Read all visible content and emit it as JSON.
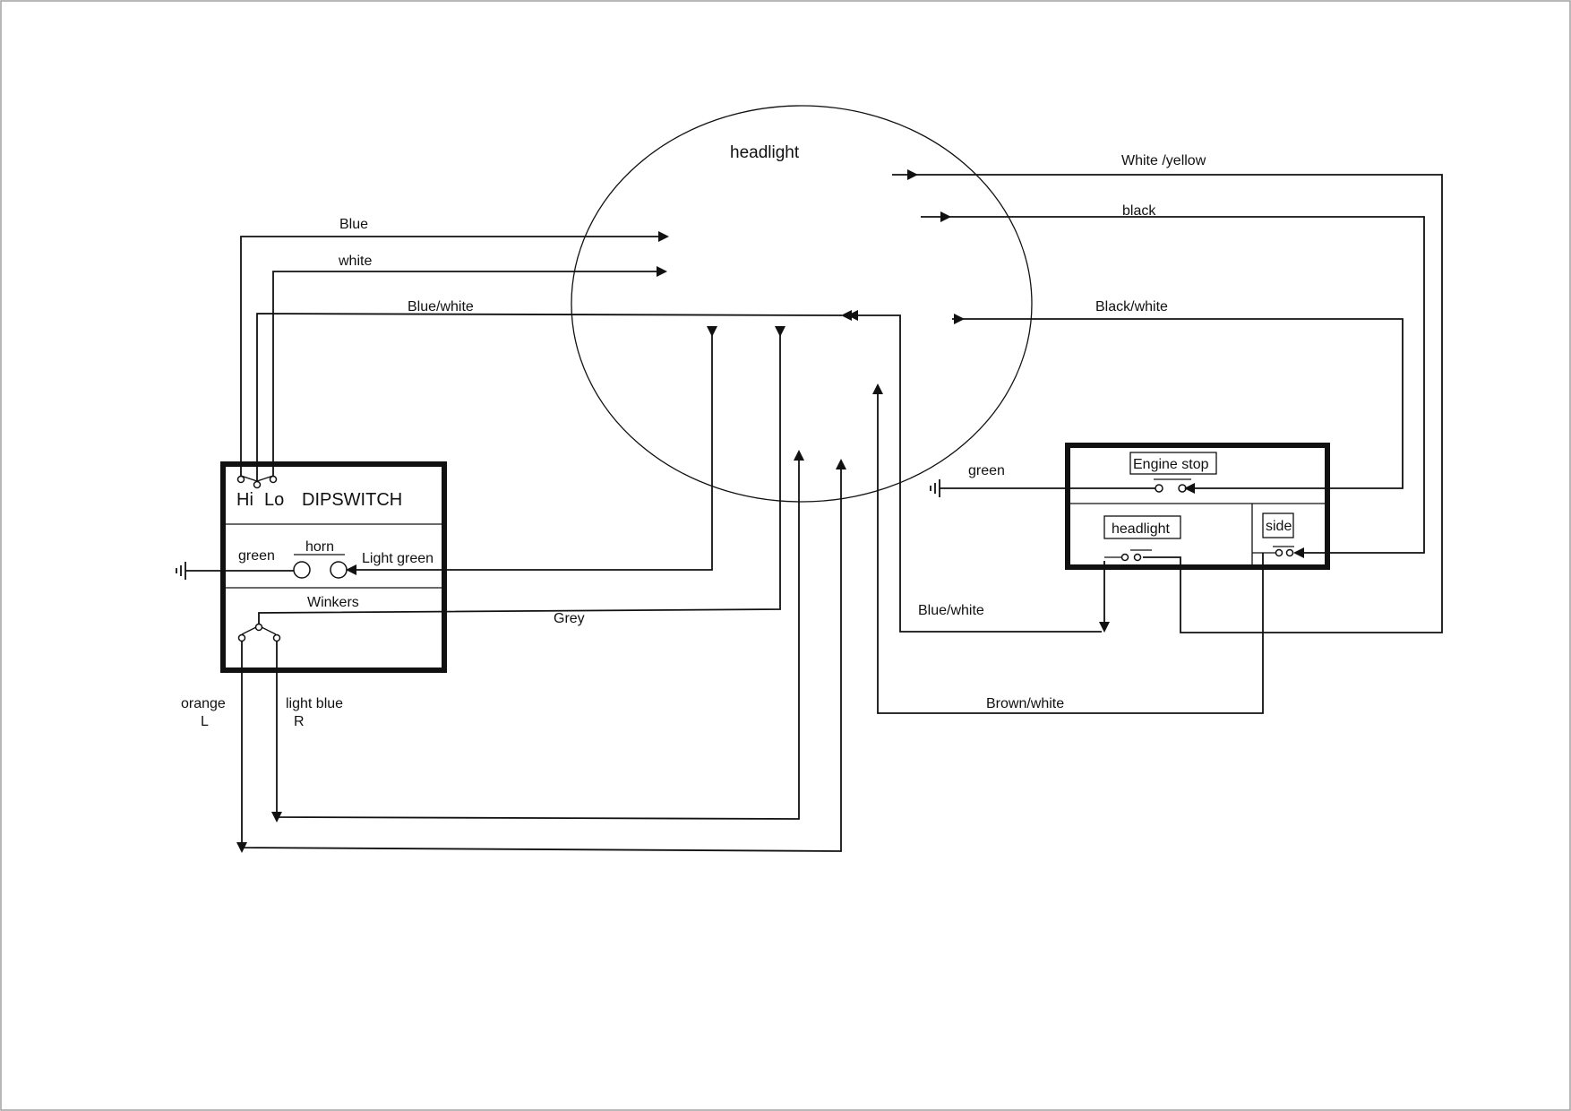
{
  "diagram": {
    "headlight": {
      "title": "headlight"
    },
    "dipswitch": {
      "title": "DIPSWITCH",
      "hi_label": "Hi",
      "lo_label": "Lo",
      "horn_label": "horn",
      "horn_left_wire": "green",
      "horn_right_wire": "Light green",
      "winkers_label": "Winkers"
    },
    "switch_box": {
      "engine_stop_label": "Engine stop",
      "headlight_label": "headlight",
      "side_label": "side",
      "ground_wire": "green"
    },
    "wires": {
      "blue": "Blue",
      "white": "white",
      "blue_white_top": "Blue/white",
      "white_yellow": "White /yellow",
      "black": "black",
      "black_white": "Black/white",
      "grey": "Grey",
      "blue_white_bottom": "Blue/white",
      "brown_white": "Brown/white",
      "orange": "orange",
      "orange_side": "L",
      "light_blue": "light blue",
      "light_blue_side": "R"
    }
  }
}
